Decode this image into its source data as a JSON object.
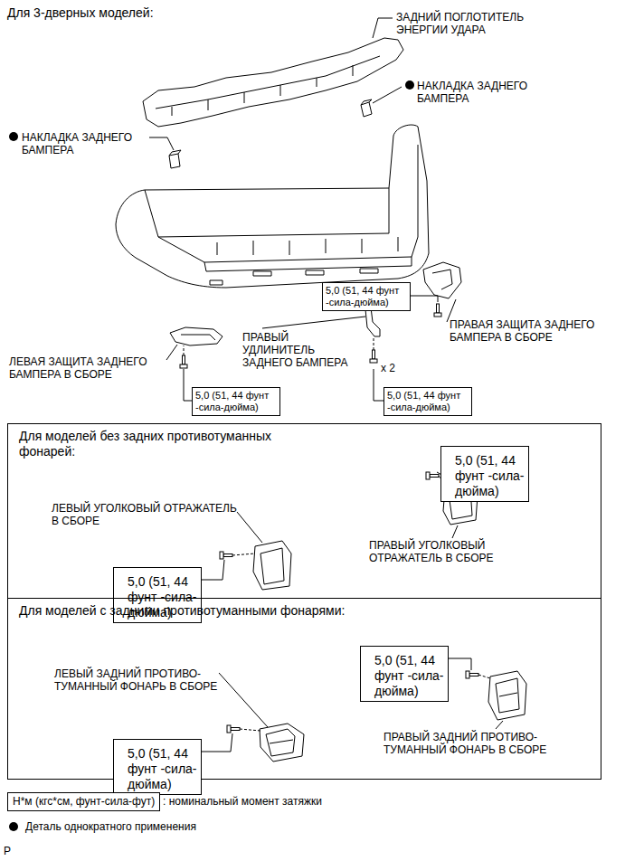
{
  "diagram": {
    "title": "Для 3-дверных моделей:",
    "nodes": [
      {
        "text": [
          "5,0 (51, 44 фунт -сила-дюйма)"
        ]
      },
      {
        "text": [
          "5,0 (51, 44 фунт -сила-дюйма)"
        ]
      },
      {
        "text": [
          "5,0 (51, 44 фунт -сила-дюйма)"
        ]
      },
      {
        "text": [
          "Для моделей без задних противотуманных фонарей:"
        ]
      },
      {
        "text": [
          "5,0 (51, 44 фунт -сила-дюйма)"
        ],
        "in": 3
      },
      {
        "text": [
          "5,0 (51, 44 фунт -сила-дюйма)"
        ],
        "in": 3
      },
      {
        "text": [
          "Для моделей с задними противотуманными фонарями:"
        ]
      },
      {
        "text": [
          "5,0 (51, 44 фунт -сила-дюйма)"
        ],
        "in": 6
      },
      {
        "text": [
          "5,0 (51, 44 фунт -сила-дюйма)"
        ],
        "in": 6
      },
      {
        "text": [
          "Н*м (кгс*см, фунт-сила-фут)"
        ]
      }
    ],
    "labels": [
      "ЗАДНИЙ ПОГЛОТИТЕЛЬ ЭНЕРГИИ УДАРА",
      "НАКЛАДКА ЗАДНЕГО БАМПЕРА",
      "НАКЛАДКА ЗАДНЕГО БАМПЕРА",
      "ПРАВАЯ ЗАЩИТА ЗАДНЕГО БАМПЕРА В СБОРЕ",
      "ПРАВЫЙ УДЛИНИТЕЛЬ ЗАДНЕГО БАМПЕРА",
      "x 2",
      "ЛЕВАЯ ЗАЩИТА ЗАДНЕГО БАМПЕРА В СБОРЕ",
      "ЛЕВЫЙ УГОЛКОВЫЙ ОТРАЖАТЕЛЬ В СБОРЕ",
      "ПРАВЫЙ УГОЛКОВЫЙ ОТРАЖАТЕЛЬ В СБОРЕ",
      "ЛЕВЫЙ ЗАДНИЙ ПРОТИВО- ТУМАННЫЙ ФОНАРЬ В СБОРЕ",
      "ПРАВЫЙ ЗАДНИЙ ПРОТИВО- ТУМАННЫЙ ФОНАРЬ В СБОРЕ",
      "P"
    ],
    "legend": [
      {
        "text": ": номинальный момент затяжки"
      },
      {
        "text": "Деталь однократного применения"
      }
    ]
  }
}
